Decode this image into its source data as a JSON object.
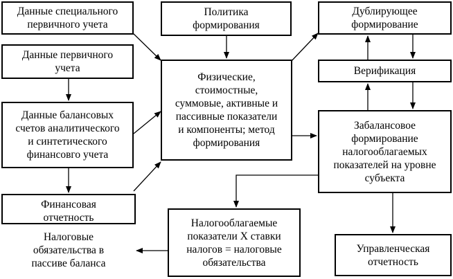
{
  "boxes": {
    "special_primary": "Данные специального\nпервичного учета",
    "policy": "Политика\nформирования",
    "duplicate": "Дублирующее\nформирование",
    "primary": "Данные первичного\nучета",
    "physical": "Физические,\nстоимостные,\nсуммовые, активные и\nпассивные показатели\nи компоненты; метод\nформирования",
    "verification": "Верификация",
    "balance": "Данные балансовых\nсчетов аналитического\nи синтетического\nфинансовго учета",
    "offbalance": "Забалансовое\nформирование\nналогооблагаемых\nпоказателей на уровне\nсубъекта",
    "fin_report": "Финансовая\nотчетность",
    "taxable": "Налогооблагаемые\nпоказатели Х ставки\nналогов = налоговые\nобязательства",
    "tax_liab": "Налоговые\nобязательства в\nпассиве баланса",
    "mgmt_report": "Управленческая\nотчетность"
  }
}
